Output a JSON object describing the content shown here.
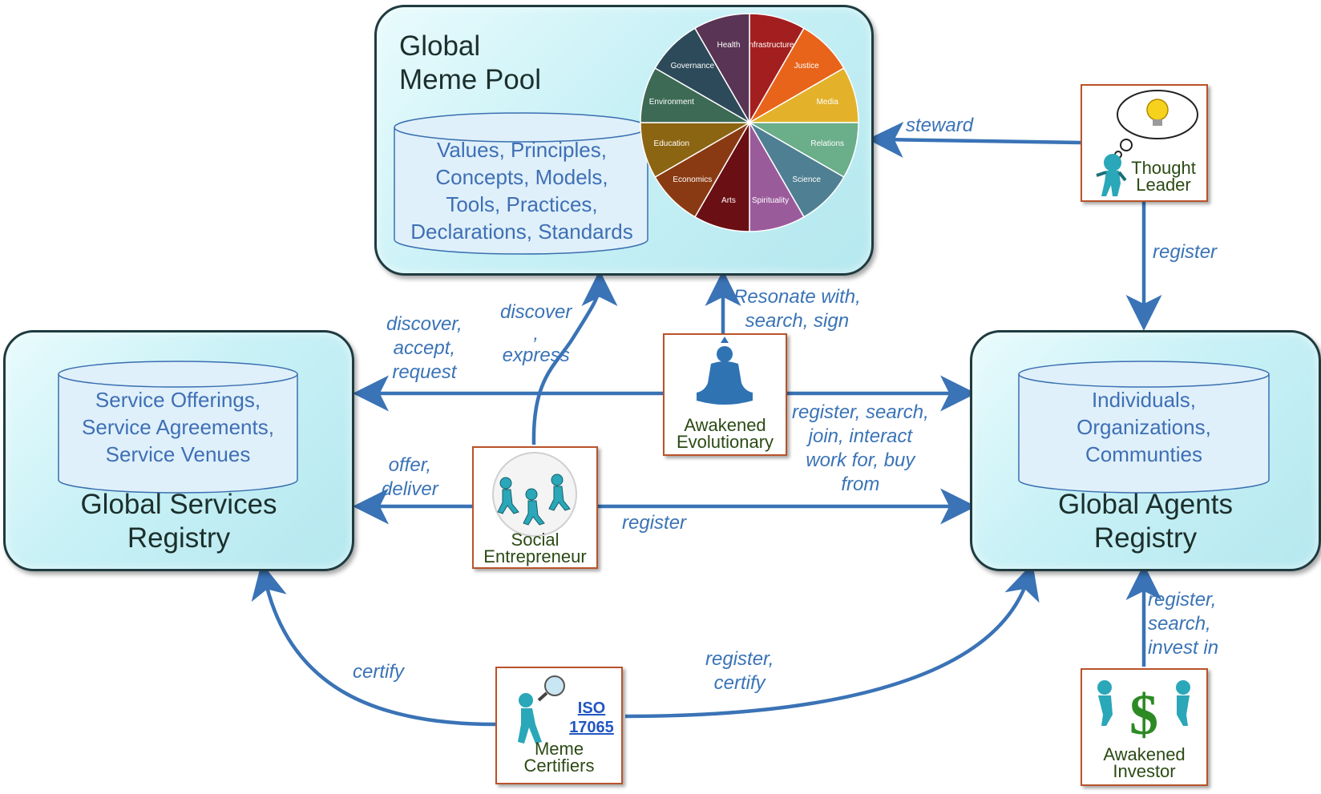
{
  "colors": {
    "arrow": "#3a73b6",
    "box_border": "#1f3b40",
    "actor_border": "#b9532a",
    "cyl_text": "#3f6fb5"
  },
  "meme_pool": {
    "title_line1": "Global",
    "title_line2": "Meme Pool",
    "cylinder_lines": [
      "Values, Principles,",
      "Concepts, Models,",
      "Tools, Practices,",
      "Declarations, Standards"
    ],
    "pie": [
      {
        "label": "Infrastructure",
        "color": "#a31f1f"
      },
      {
        "label": "Justice",
        "color": "#e8641a"
      },
      {
        "label": "Media",
        "color": "#e3b22a"
      },
      {
        "label": "Relations",
        "color": "#6aae8a"
      },
      {
        "label": "Science",
        "color": "#4f7f93"
      },
      {
        "label": "Spirituality",
        "color": "#9a5b9b"
      },
      {
        "label": "Arts",
        "color": "#6a0f14"
      },
      {
        "label": "Economics",
        "color": "#8a3a12"
      },
      {
        "label": "Education",
        "color": "#8c6512"
      },
      {
        "label": "Environment",
        "color": "#3c6a55"
      },
      {
        "label": "Governance",
        "color": "#2d4a5a"
      },
      {
        "label": "Health",
        "color": "#5a3454"
      }
    ]
  },
  "services_registry": {
    "title_line1": "Global Services",
    "title_line2": "Registry",
    "cylinder_lines": [
      "Service Offerings,",
      "Service Agreements,",
      "Service Venues"
    ]
  },
  "agents_registry": {
    "title_line1": "Global Agents",
    "title_line2": "Registry",
    "cylinder_lines": [
      "Individuals,",
      "Organizations,",
      "Communties"
    ]
  },
  "actors": {
    "thought_leader": {
      "line1": "Thought",
      "line2": "Leader",
      "icon": "lightbulb-thinker-icon"
    },
    "awakened_evolutionary": {
      "line1": "Awakened",
      "line2": "Evolutionary",
      "icon": "meditating-figure-icon"
    },
    "social_entrepreneur": {
      "line1": "Social",
      "line2": "Entrepreneur",
      "icon": "running-figures-icon"
    },
    "meme_certifiers": {
      "line1": "Meme",
      "line2": "Certifiers",
      "iso_line1": "ISO",
      "iso_line2": "17065",
      "icon": "magnifier-figure-icon"
    },
    "awakened_investor": {
      "line1": "Awakened",
      "line2": "Investor",
      "icon": "dollar-figures-icon"
    }
  },
  "labels": {
    "steward": "steward",
    "register_tl": "register",
    "resonate": [
      "Resonate with,",
      "search, sign"
    ],
    "discover_accept": [
      "discover,",
      "accept,",
      "request"
    ],
    "discover_express": [
      "discover",
      ",",
      "express"
    ],
    "register_search_join": [
      "register, search,",
      "join, interact",
      "work for, buy",
      "from"
    ],
    "offer_deliver": [
      "offer,",
      "deliver"
    ],
    "register_se": "register",
    "certify": "certify",
    "register_certify": [
      "register,",
      "certify"
    ],
    "register_search_invest": [
      "register,",
      "search,",
      "invest in"
    ]
  }
}
